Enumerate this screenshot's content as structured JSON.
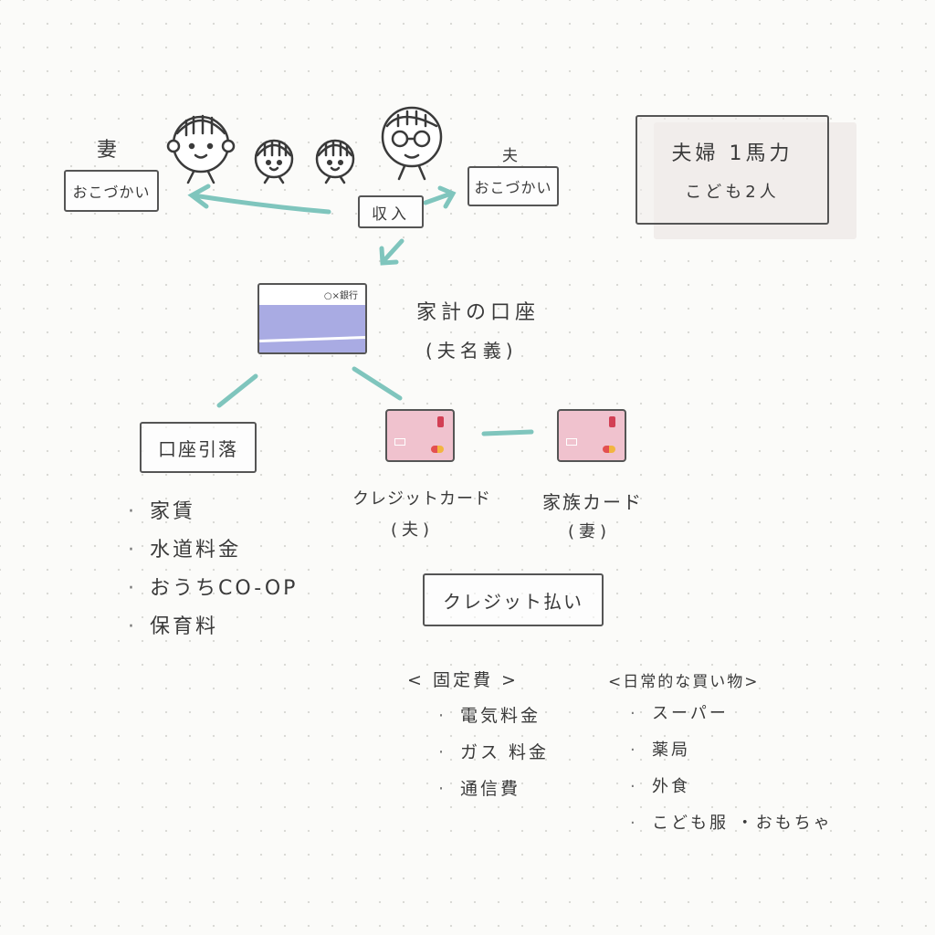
{
  "wife_label": "妻",
  "husband_label": "夫",
  "wife_allowance": "おこづかい",
  "husband_allowance": "おこづかい",
  "income": "収入",
  "family_box": {
    "line1": "夫婦 1馬力",
    "line2": "こども2人"
  },
  "bank_card": {
    "bank_name": "○×銀行"
  },
  "account": {
    "title": "家計の口座",
    "owner": "(夫名義)"
  },
  "auto_debit": "口座引落",
  "auto_debit_items": [
    "家賃",
    "水道料金",
    "おうちCO-OP",
    "保育料"
  ],
  "credit_card": {
    "label": "クレジットカード",
    "owner": "(夫)"
  },
  "family_card": {
    "label": "家族カード",
    "owner": "(妻)"
  },
  "credit_payment": "クレジット払い",
  "fixed_costs": {
    "title": "< 固定費 >",
    "items": [
      "電気料金",
      "ガス 料金",
      "通信費"
    ]
  },
  "daily_shopping": {
    "title": "<日常的な買い物>",
    "items": [
      "スーパー",
      "薬局",
      "外食",
      "こども服 ・おもちゃ"
    ]
  },
  "colors": {
    "arrow": "#7fc5bd",
    "bank_stripe": "#a9abe3",
    "card_pink": "#f0c2ce",
    "box_bg": "#f1edeb"
  }
}
